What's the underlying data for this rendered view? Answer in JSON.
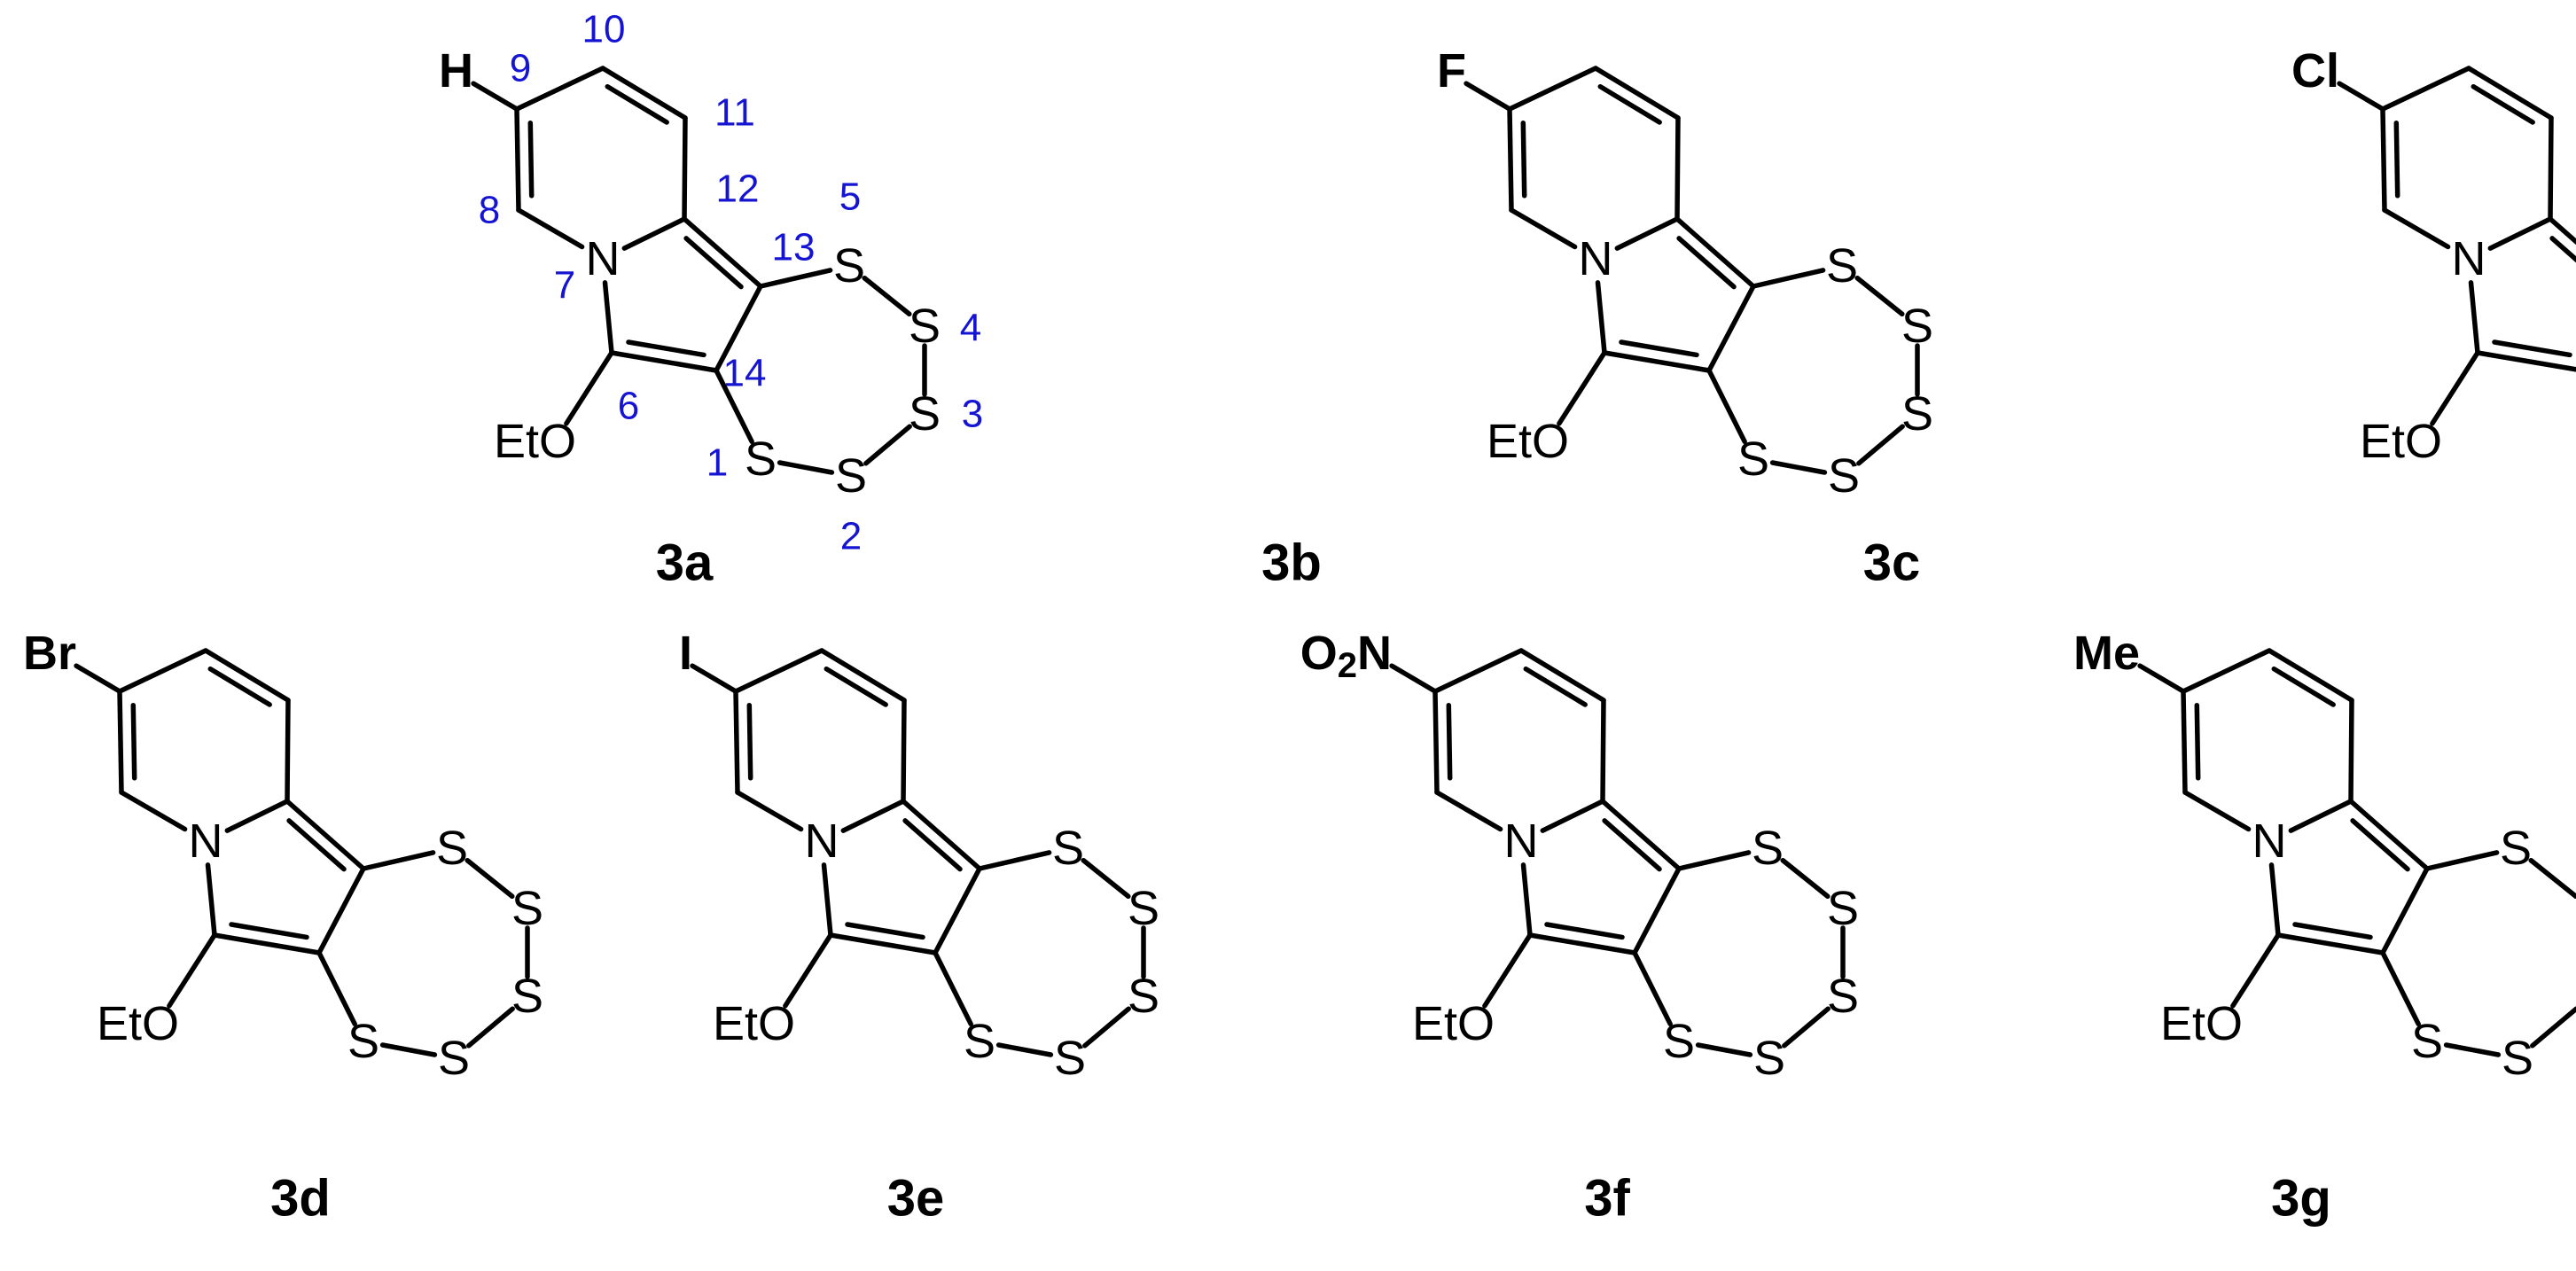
{
  "figure": {
    "molecules": [
      {
        "id": "3a",
        "label": "3a",
        "substituent": {
          "main": "H",
          "sub": ""
        },
        "numbering": [
          "1",
          "2",
          "3",
          "4",
          "5",
          "6",
          "7",
          "8",
          "9",
          "10",
          "11",
          "12",
          "13",
          "14"
        ]
      },
      {
        "id": "3b",
        "label": "3b",
        "substituent": {
          "main": "F",
          "sub": ""
        }
      },
      {
        "id": "3c",
        "label": "3c",
        "substituent": {
          "main": "Cl",
          "sub": ""
        }
      },
      {
        "id": "3d",
        "label": "3d",
        "substituent": {
          "main": "Br",
          "sub": ""
        }
      },
      {
        "id": "3e",
        "label": "3e",
        "substituent": {
          "main": "I",
          "sub": ""
        }
      },
      {
        "id": "3f",
        "label": "3f",
        "substituent": {
          "main": "O",
          "sub": "2",
          "tail": "N"
        }
      },
      {
        "id": "3g",
        "label": "3g",
        "substituent": {
          "main": "Me",
          "sub": ""
        }
      }
    ],
    "atom_labels": {
      "nitrogen": "N",
      "sulfur": "S",
      "ethoxy": "EtO"
    },
    "colors": {
      "structure": "#000000",
      "numbering": "#1414d2",
      "background": "#ffffff"
    }
  }
}
